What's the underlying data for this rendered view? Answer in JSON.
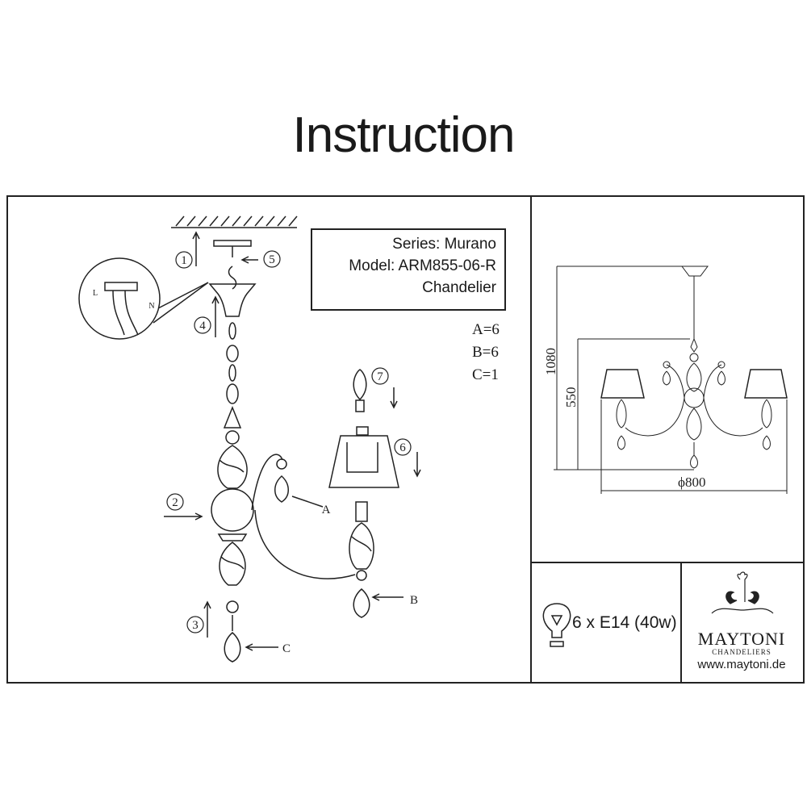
{
  "title": "Instruction",
  "info": {
    "series": "Series: Murano",
    "model": "Model: ARM855-06-R",
    "type": "Chandelier"
  },
  "quantities": {
    "a": "A=6",
    "b": "B=6",
    "c": "C=1"
  },
  "steps": [
    "1",
    "2",
    "3",
    "4",
    "5",
    "6",
    "7"
  ],
  "part_labels": {
    "a": "A",
    "b": "B",
    "c": "C"
  },
  "wiring_labels": {
    "l": "L",
    "n": "N"
  },
  "dimensions": {
    "height_total": "1080",
    "height_body": "550",
    "diameter": "ϕ800"
  },
  "bulb": {
    "spec": "6 x E14 (40w)",
    "icon": "bulb-icon"
  },
  "brand": {
    "name": "MAYTONI",
    "sub": "CHANDELIERS",
    "url": "www.maytoni.de"
  }
}
